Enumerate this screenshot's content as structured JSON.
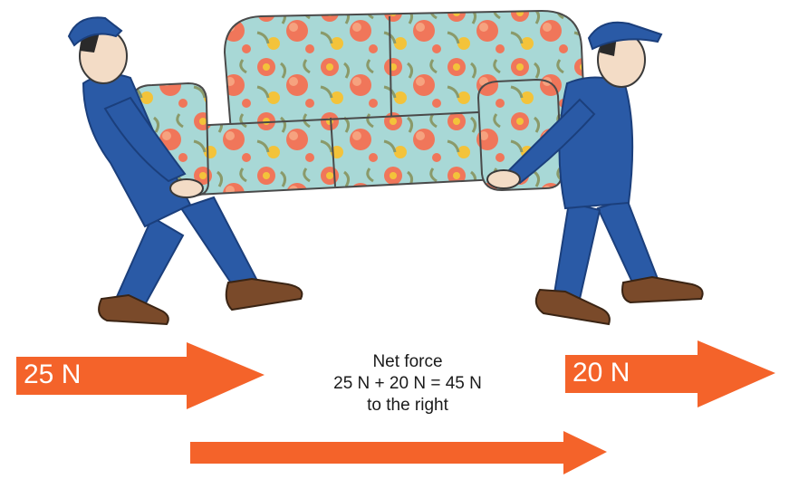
{
  "forces": {
    "left_label": "25 N",
    "right_label": "20 N"
  },
  "caption": {
    "line1": "Net force",
    "line2": "25 N + 20 N = 45 N",
    "line3": "to the right"
  },
  "colors": {
    "arrow": "#f4632a",
    "uniform": "#2a5aa6",
    "uniform_dark": "#1b3f7c",
    "shoe": "#7a4a2a",
    "skin": "#f3dcc6",
    "sofa_base": "#a8d8d6",
    "flower_red": "#f0765a",
    "flower_yellow": "#f3c33a",
    "leaf": "#8a9a6a"
  }
}
